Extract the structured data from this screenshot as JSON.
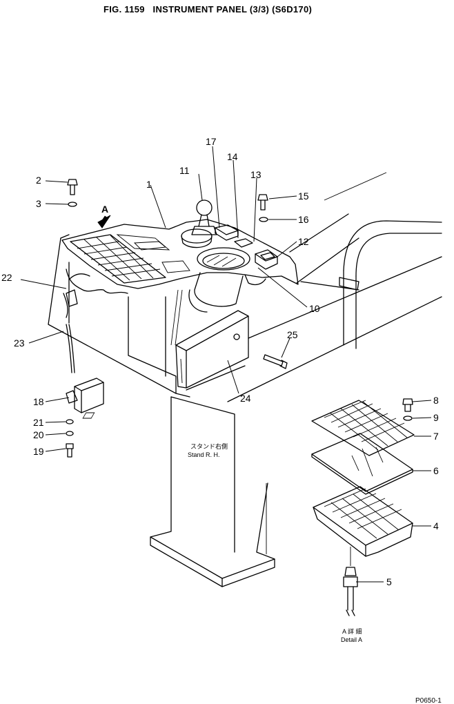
{
  "figure": {
    "title": "FIG. 1159   INSTRUMENT PANEL (3/3) (S6D170)"
  },
  "view_marker": "A",
  "detail_label": {
    "japanese": "A 詳 細",
    "english": "Detail A"
  },
  "stand_label": {
    "japanese": "スタンド右側",
    "english": "Stand R. H."
  },
  "callouts": [
    "1",
    "2",
    "3",
    "4",
    "5",
    "6",
    "7",
    "8",
    "9",
    "10",
    "11",
    "12",
    "13",
    "14",
    "15",
    "16",
    "17",
    "18",
    "19",
    "20",
    "21",
    "22",
    "23",
    "24",
    "25"
  ],
  "corner_code": "P0650-1"
}
